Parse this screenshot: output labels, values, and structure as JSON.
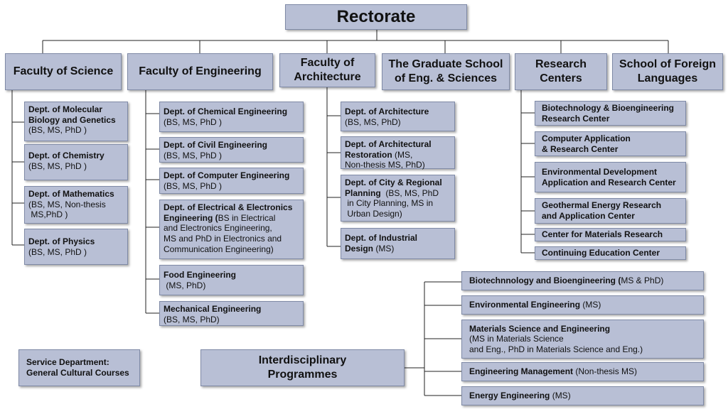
{
  "rectorate": "Rectorate",
  "faculties": {
    "science": "Faculty of Science",
    "engineering": "Faculty of Engineering",
    "architecture": [
      "Faculty of",
      "Architecture"
    ],
    "graduate": [
      "The Graduate School",
      "of Eng. & Sciences"
    ],
    "research": [
      "Research",
      "Centers"
    ],
    "languages": [
      "School of Foreign",
      "Languages"
    ]
  },
  "science_depts": [
    {
      "name": [
        "Dept. of Molecular",
        "Biology and Genetics"
      ],
      "degrees": [
        "(BS, MS, PhD )"
      ]
    },
    {
      "name": [
        "Dept. of Chemistry"
      ],
      "degrees": [
        "(BS, MS, PhD )"
      ]
    },
    {
      "name": [
        "Dept. of Mathematics"
      ],
      "degrees": [
        "(BS, MS, Non-thesis",
        " MS,PhD )"
      ]
    },
    {
      "name": [
        "Dept. of Physics"
      ],
      "degrees": [
        "(BS, MS, PhD )"
      ]
    }
  ],
  "engineering_depts": [
    {
      "name": "Dept. of Chemical Engineering",
      "degrees": "(BS, MS, PhD )"
    },
    {
      "name": "Dept. of Civil Engineering",
      "degrees": "(BS, MS, PhD )"
    },
    {
      "name": "Dept. of Computer Engineering",
      "degrees": "(BS, MS, PhD )"
    },
    {
      "name_lines": [
        "Dept. of Electrical & Electronics",
        "Engineering ("
      ],
      "degree_inline": "BS in Electrical",
      "degree_lines": [
        "and Electronics Engineering,",
        "MS and PhD in Electronics and",
        "Communication Engineering)"
      ]
    },
    {
      "name": "Food Engineering",
      "degrees": " (MS, PhD)"
    },
    {
      "name": "Mechanical Engineering",
      "degrees": "(BS, MS, PhD)"
    }
  ],
  "architecture_depts": [
    {
      "name": "Dept. of Architecture",
      "degrees": "(BS, MS, PhD)"
    },
    {
      "name_lines": [
        "Dept. of Architectural",
        "Restoration"
      ],
      "degree_inline": " (MS,",
      "degree_lines": [
        "Non-thesis MS, PhD)"
      ]
    },
    {
      "name_lines": [
        "Dept. of City & Regional",
        "Planning"
      ],
      "degree_inline": "  (BS, MS, PhD",
      "degree_lines": [
        " in City Planning, MS in",
        " Urban Design)"
      ]
    },
    {
      "name_lines": [
        "Dept. of Industrial",
        "Design"
      ],
      "degree_inline": " (MS)",
      "degree_lines": []
    }
  ],
  "research_centers": [
    [
      "Biotechnology & Bioengineering",
      "Research Center"
    ],
    [
      "Computer Application",
      "& Research Center"
    ],
    [
      "Environmental Development",
      "Application and Research Center"
    ],
    [
      "Geothermal Energy Research",
      "and Application Center"
    ],
    [
      "Center for Materials Research"
    ],
    [
      "Continuing Education Center"
    ]
  ],
  "interdisciplinary": {
    "title": [
      "Interdisciplinary",
      "Programmes"
    ],
    "programs": [
      {
        "name": "Biotechnnology and Bioengineering (",
        "degrees": "MS & PhD)",
        "extra": []
      },
      {
        "name": "Environmental Engineering",
        "degrees": " (MS)",
        "extra": []
      },
      {
        "name": "Materials Science and Engineering",
        "degrees": "",
        "extra": [
          "(MS in Materials Science",
          "and Eng., PhD in Materials Science and Eng.)"
        ]
      },
      {
        "name": "Engineering Management",
        "degrees": " (Non-thesis MS)",
        "extra": []
      },
      {
        "name": "Energy Engineering",
        "degrees": " (MS)",
        "extra": []
      }
    ]
  },
  "service": [
    "Service Department:",
    "General Cultural Courses"
  ],
  "colors": {
    "box_fill": "#b8bfd5",
    "box_border": "#7f8aa6",
    "line": "#222222"
  }
}
